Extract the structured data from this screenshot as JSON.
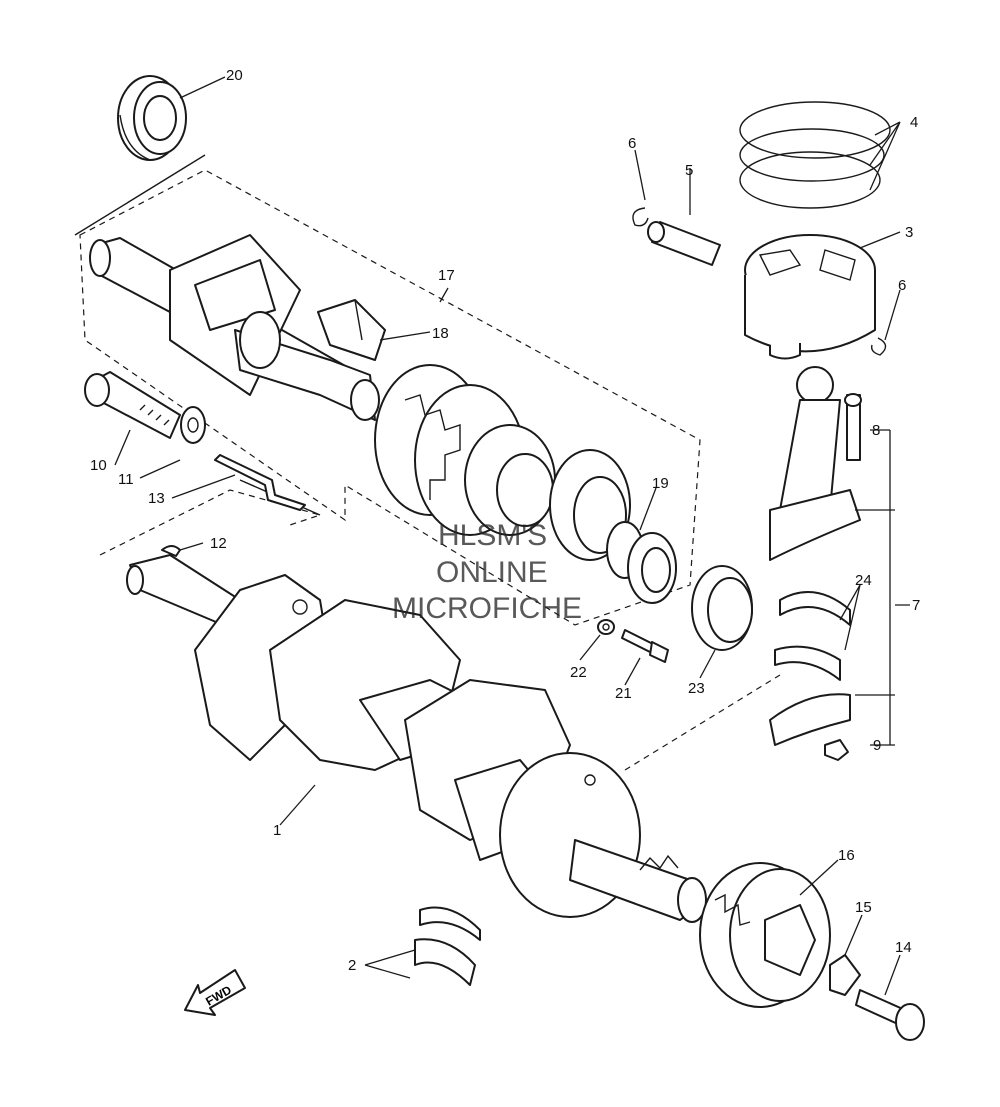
{
  "watermark": {
    "line1": "HLSM'S",
    "line2": "ONLINE",
    "line3": "MICROFICHE"
  },
  "fwd_label": "FWD",
  "callouts": {
    "c1": "1",
    "c2": "2",
    "c3": "3",
    "c4": "4",
    "c5": "5",
    "c6a": "6",
    "c6b": "6",
    "c7": "7",
    "c8": "8",
    "c9": "9",
    "c10": "10",
    "c11": "11",
    "c12": "12",
    "c13": "13",
    "c14": "14",
    "c15": "15",
    "c16": "16",
    "c17": "17",
    "c18": "18",
    "c19": "19",
    "c20": "20",
    "c21": "21",
    "c22": "22",
    "c23": "23",
    "c24": "24"
  },
  "colors": {
    "line": "#1a1a1a",
    "background": "#ffffff"
  }
}
